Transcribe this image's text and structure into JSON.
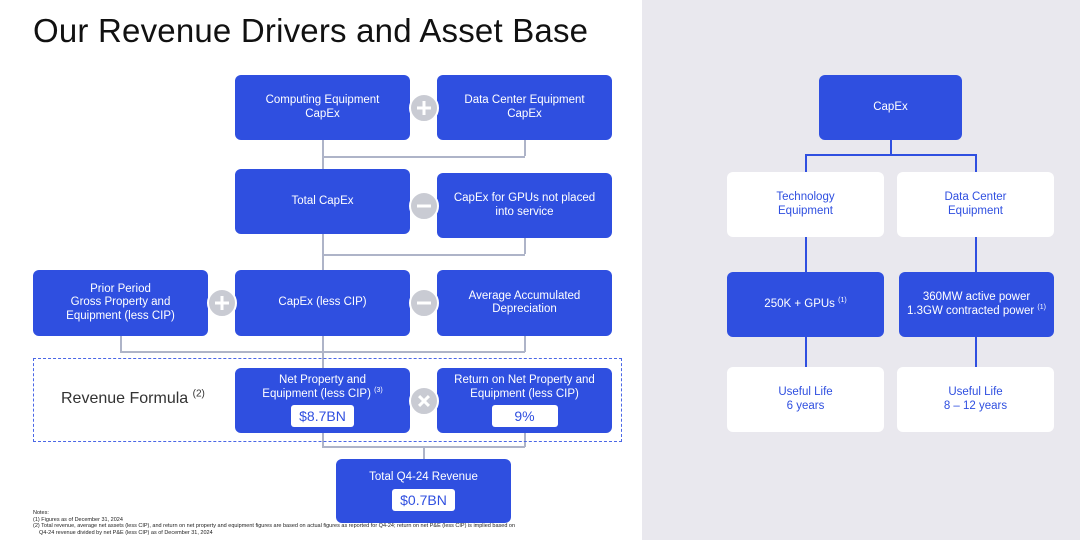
{
  "title": "Our Revenue Drivers and Asset Base",
  "left_diagram": {
    "computing_capex": [
      "Computing Equipment",
      "CapEx"
    ],
    "datacenter_capex": [
      "Data Center Equipment",
      "CapEx"
    ],
    "total_capex": "Total CapEx",
    "gpus_not_placed": [
      "CapEx for GPUs not placed",
      "into service"
    ],
    "prior_period": [
      "Prior Period",
      "Gross Property and",
      "Equipment (less CIP)"
    ],
    "capex_less_cip": "CapEx (less CIP)",
    "avg_depreciation": [
      "Average Accumulated",
      "Depreciation"
    ],
    "net_property": {
      "lines": [
        "Net Property and",
        "Equipment (less CIP)"
      ],
      "note": "(3)",
      "value": "$8.7BN"
    },
    "return_on_net": {
      "lines": [
        "Return on Net Property and",
        "Equipment  (less CIP)"
      ],
      "value": "9%"
    },
    "revenue_formula": {
      "label": "Revenue Formula",
      "note": "(2)"
    },
    "total_revenue": {
      "label": "Total Q4-24 Revenue",
      "value": "$0.7BN"
    },
    "operators": {
      "op1": "plus-icon",
      "op2": "minus-icon",
      "op3": "plus-icon",
      "op4": "minus-icon",
      "op5": "multiply-icon"
    }
  },
  "right_diagram": {
    "capex": "CapEx",
    "technology_equipment": [
      "Technology",
      "Equipment"
    ],
    "data_center_equipment": [
      "Data Center",
      "Equipment"
    ],
    "gpus": {
      "text": "250K + GPUs",
      "note": "(1)"
    },
    "power": {
      "line1": "360MW active power",
      "line2": "1.3GW contracted power",
      "note": "(1)"
    },
    "useful_life_tech": [
      "Useful Life",
      "6 years"
    ],
    "useful_life_dc": [
      "Useful Life",
      "8 – 12 years"
    ]
  },
  "notes": [
    "Notes:",
    "(1) Figures as of December 31, 2024",
    "(2) Total revenue, average net assets (less CIP), and return on net property and equipment figures are based on actual figures as reported for Q4-24; return on net P&E (less CIP) is implied based on",
    "Q4-24 revenue divided by net P&E (less CIP) as of December 31, 2024"
  ],
  "colors": {
    "accent_blue": "#2f4fe0",
    "operator_gray": "#c9cbd3",
    "panel_bg": "#e9e8ee"
  }
}
